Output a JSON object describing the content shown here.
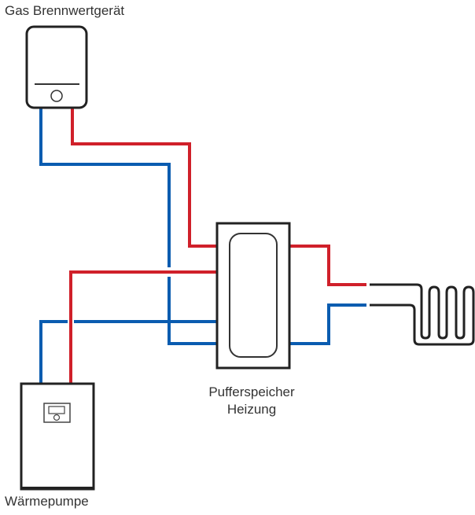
{
  "diagram": {
    "type": "heating-system-schematic",
    "colors": {
      "supply_hot": "#d0202a",
      "return_cold": "#0a5cb0",
      "outline": "#222222",
      "text": "#333333"
    },
    "components": {
      "boiler": {
        "label": "Gas Brennwertgerät",
        "icon": "gas-boiler-icon"
      },
      "buffer": {
        "label_line1": "Pufferspeicher",
        "label_line2": "Heizung",
        "icon": "buffer-tank-icon"
      },
      "heat_pump": {
        "label": "Wärmepumpe",
        "icon": "heat-pump-icon"
      },
      "floor_heating": {
        "icon": "underfloor-heating-coil-icon"
      }
    },
    "connections": [
      {
        "from": "boiler",
        "to": "buffer",
        "line": "supply",
        "color": "red"
      },
      {
        "from": "buffer",
        "to": "boiler",
        "line": "return",
        "color": "blue"
      },
      {
        "from": "heat_pump",
        "to": "buffer",
        "line": "supply",
        "color": "red"
      },
      {
        "from": "buffer",
        "to": "heat_pump",
        "line": "return",
        "color": "blue"
      },
      {
        "from": "buffer",
        "to": "floor_heating",
        "line": "supply",
        "color": "red"
      },
      {
        "from": "floor_heating",
        "to": "buffer",
        "line": "return",
        "color": "blue"
      }
    ]
  }
}
